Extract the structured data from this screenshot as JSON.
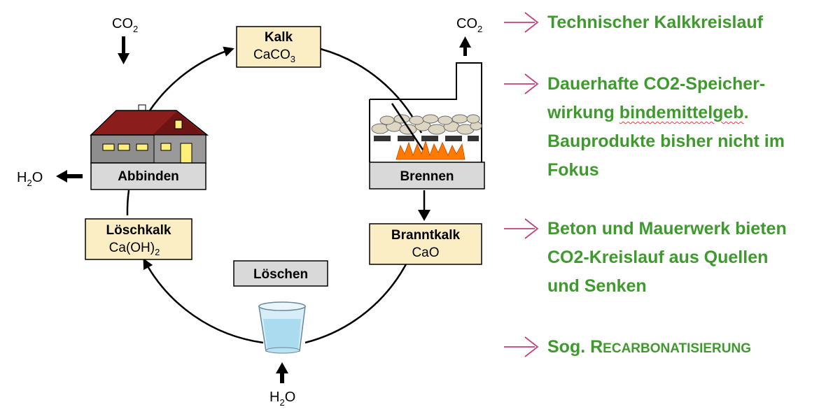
{
  "diagram": {
    "co2_left": {
      "base": "CO",
      "sub": "2"
    },
    "co2_right": {
      "base": "CO",
      "sub": "2"
    },
    "h2o_left": {
      "base": "H",
      "sub": "2",
      "rest": "O"
    },
    "h2o_bottom": {
      "base": "H",
      "sub": "2",
      "rest": "O"
    },
    "kalk": {
      "title": "Kalk",
      "formula_base": "CaCO",
      "formula_sub": "3"
    },
    "branntkalk": {
      "title": "Branntkalk",
      "formula": "CaO"
    },
    "loeschkalk": {
      "title": "Löschkalk",
      "formula_base": "Ca(OH)",
      "formula_sub": "2"
    },
    "abbinden": "Abbinden",
    "brennen": "Brennen",
    "loeschen": "Löschen"
  },
  "bullets": [
    {
      "lines": [
        "Technischer Kalkkreislauf"
      ]
    },
    {
      "line1": "Dauerhafte CO2-Speicher-",
      "line2_pre": "wirkung ",
      "line2_underlined": "bindemittelgeb",
      "line2_post": ".",
      "line3": "Bauprodukte bisher nicht im",
      "line4": "Fokus"
    },
    {
      "lines": [
        "Beton und Mauerwerk bieten",
        "CO2-Kreislauf aus Quellen",
        "und Senken"
      ]
    },
    {
      "prefix": "Sog. ",
      "sc_first": "R",
      "sc_rest": "ECARBONATISIERUNG"
    }
  ],
  "colors": {
    "label_box": "#fbeec4",
    "grey_box": "#d9d9d9",
    "bullet_text": "#3f9a2e",
    "arrow": "#c0407a",
    "flame": "#ff7a00"
  }
}
